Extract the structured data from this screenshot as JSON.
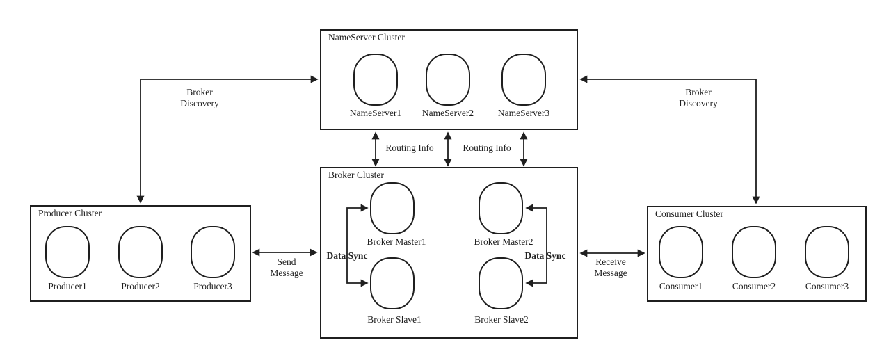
{
  "clusters": {
    "nameserver": {
      "title": "NameServer Cluster",
      "nodes": [
        "NameServer1",
        "NameServer2",
        "NameServer3"
      ]
    },
    "broker": {
      "title": "Broker Cluster",
      "nodes": [
        "Broker Master1",
        "Broker Master2",
        "Broker Slave1",
        "Broker Slave2"
      ]
    },
    "producer": {
      "title": "Producer Cluster",
      "nodes": [
        "Producer1",
        "Producer2",
        "Producer3"
      ]
    },
    "consumer": {
      "title": "Consumer Cluster",
      "nodes": [
        "Consumer1",
        "Consumer2",
        "Consumer3"
      ]
    }
  },
  "edges": {
    "broker_discovery_left": "Broker\nDiscovery",
    "broker_discovery_right": "Broker\nDiscovery",
    "routing_info_left": "Routing Info",
    "routing_info_right": "Routing Info",
    "send_message": "Send\nMessage",
    "receive_message": "Receive\nMessage",
    "data_sync_left": "Data Sync",
    "data_sync_right": "Data Sync"
  },
  "colors": {
    "line": "#1f1f1f",
    "background": "#ffffff",
    "text": "#1f1f1f"
  }
}
